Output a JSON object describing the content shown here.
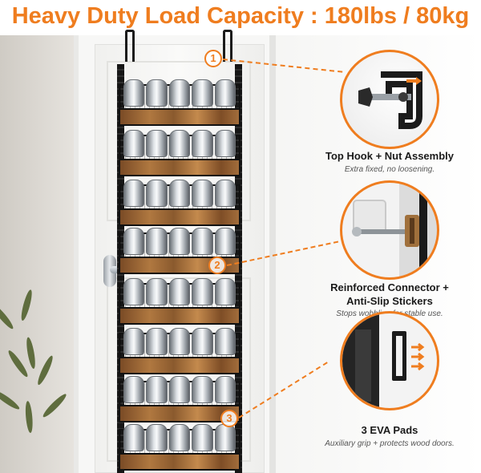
{
  "header": {
    "title": "Heavy Duty Load Capacity : 180lbs / 80kg"
  },
  "callouts": [
    {
      "number": "1",
      "title": "Top Hook + Nut Assembly",
      "subtitle": "Extra fixed, no loosening.",
      "icon": "hook-nut-detail"
    },
    {
      "number": "2",
      "title_line1": "Reinforced Connector +",
      "title_line2": "Anti-Slip Stickers",
      "subtitle": "Stops wobbling for stable use.",
      "icon": "connector-detail"
    },
    {
      "number": "3",
      "title": "3 EVA Pads",
      "subtitle": "Auxiliary grip + protects wood doors.",
      "icon": "eva-pad-detail"
    }
  ],
  "colors": {
    "accent": "#ef7d1f",
    "rack": "#161616",
    "wood": "#a26d3b"
  },
  "product": {
    "name": "over-the-door-rack",
    "shelves": 8
  }
}
